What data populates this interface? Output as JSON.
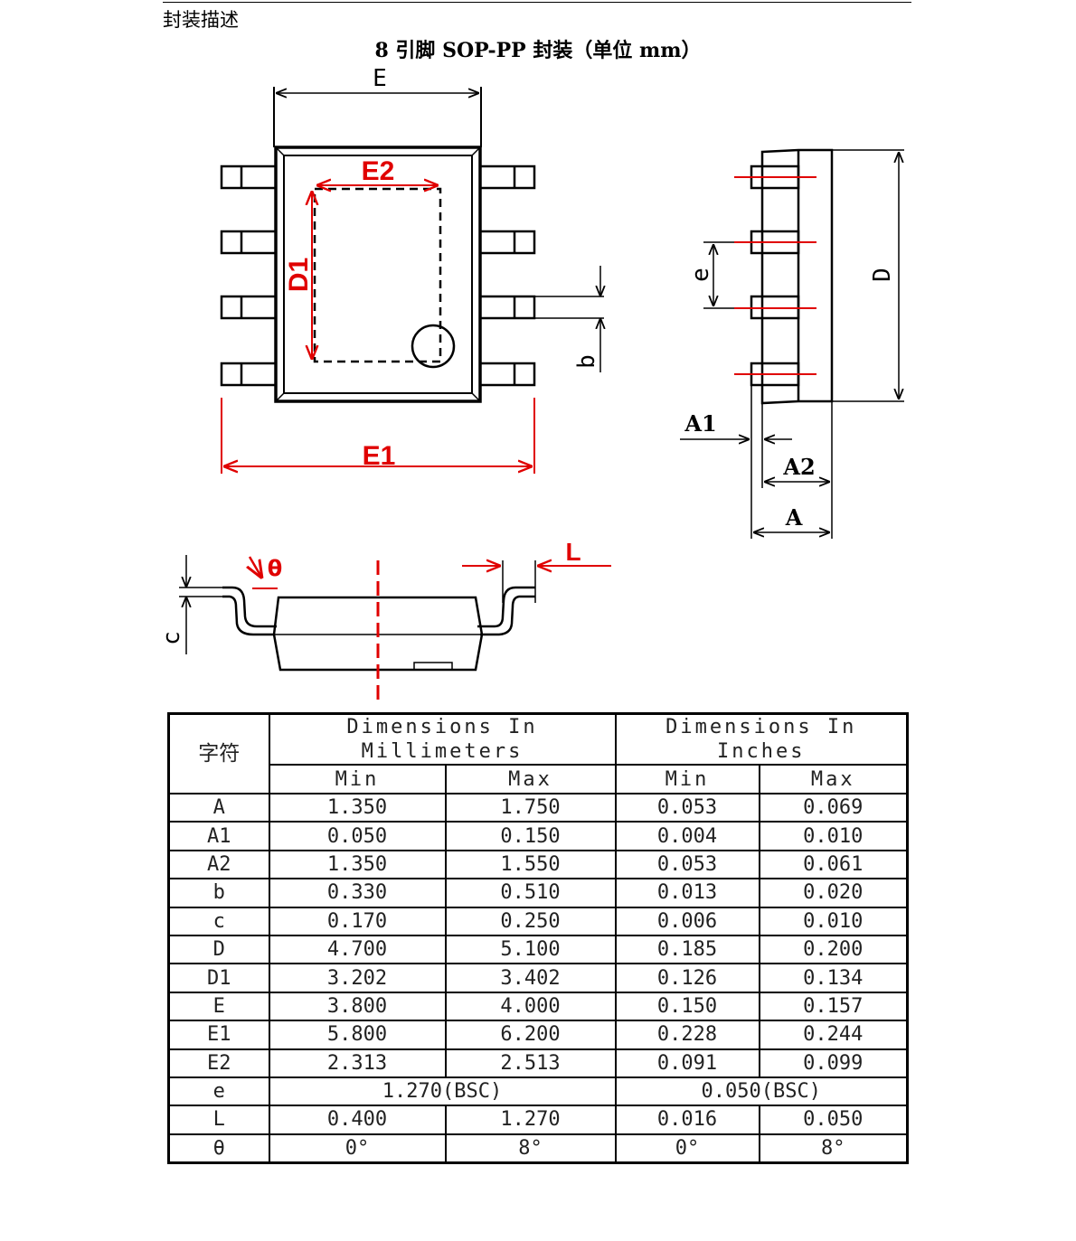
{
  "section_title": "封装描述",
  "package_title": "8 引脚 SOP-PP 封装（单位 mm）",
  "drawing_labels": {
    "E": "E",
    "E2": "E2",
    "D1": "D1",
    "E1": "E1",
    "b": "b",
    "e": "e",
    "D": "D",
    "A1": "A1",
    "A2": "A2",
    "A": "A",
    "theta": "θ",
    "L": "L",
    "c": "c"
  },
  "table": {
    "symbol_header": "字符",
    "mm_header": "Dimensions In Millimeters",
    "inch_header": "Dimensions In Inches",
    "min_label": "Min",
    "max_label": "Max",
    "rows": [
      {
        "sym": "A",
        "mm_min": "1.350",
        "mm_max": "1.750",
        "in_min": "0.053",
        "in_max": "0.069"
      },
      {
        "sym": "A1",
        "mm_min": "0.050",
        "mm_max": "0.150",
        "in_min": "0.004",
        "in_max": "0.010"
      },
      {
        "sym": "A2",
        "mm_min": "1.350",
        "mm_max": "1.550",
        "in_min": "0.053",
        "in_max": "0.061"
      },
      {
        "sym": "b",
        "mm_min": "0.330",
        "mm_max": "0.510",
        "in_min": "0.013",
        "in_max": "0.020"
      },
      {
        "sym": "c",
        "mm_min": "0.170",
        "mm_max": "0.250",
        "in_min": "0.006",
        "in_max": "0.010"
      },
      {
        "sym": "D",
        "mm_min": "4.700",
        "mm_max": "5.100",
        "in_min": "0.185",
        "in_max": "0.200"
      },
      {
        "sym": "D1",
        "mm_min": "3.202",
        "mm_max": "3.402",
        "in_min": "0.126",
        "in_max": "0.134"
      },
      {
        "sym": "E",
        "mm_min": "3.800",
        "mm_max": "4.000",
        "in_min": "0.150",
        "in_max": "0.157"
      },
      {
        "sym": "E1",
        "mm_min": "5.800",
        "mm_max": "6.200",
        "in_min": "0.228",
        "in_max": "0.244"
      },
      {
        "sym": "E2",
        "mm_min": "2.313",
        "mm_max": "2.513",
        "in_min": "0.091",
        "in_max": "0.099"
      }
    ],
    "e_row": {
      "sym": "e",
      "mm": "1.270(BSC)",
      "in": "0.050(BSC)"
    },
    "tail_rows": [
      {
        "sym": "L",
        "mm_min": "0.400",
        "mm_max": "1.270",
        "in_min": "0.016",
        "in_max": "0.050"
      },
      {
        "sym": "θ",
        "mm_min": "0°",
        "mm_max": "8°",
        "in_min": "0°",
        "in_max": "8°"
      }
    ]
  }
}
